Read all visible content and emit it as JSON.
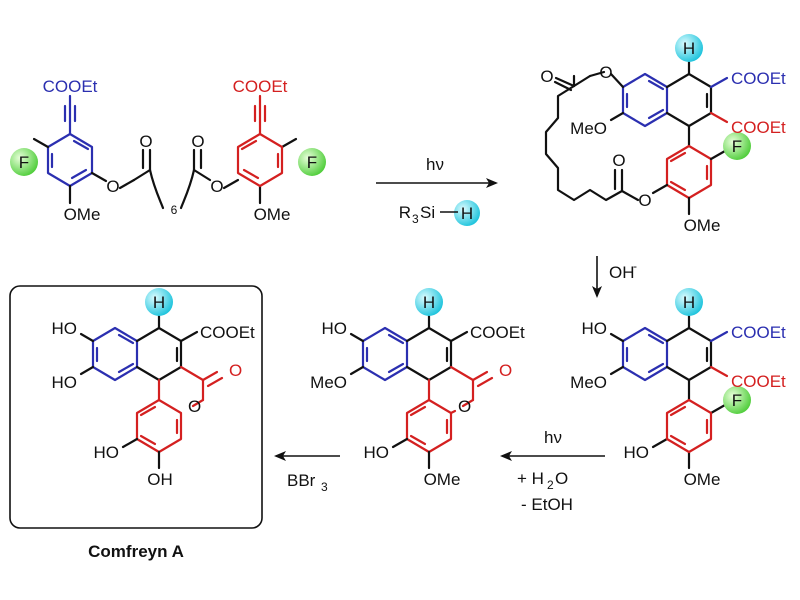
{
  "colors": {
    "blue": "#2b2fb0",
    "red": "#d42020",
    "black": "#111111",
    "fluorine_ball": "#7ee36a",
    "hydrogen_ball": "#3ad6ea"
  },
  "start": {
    "ester_left": "COOEt",
    "ester_right": "COOEt",
    "f_left": "F",
    "f_right": "F",
    "o_left": "O",
    "o_right": "O",
    "carbonyl_o_left": "O",
    "carbonyl_o_right": "O",
    "ome_left": "OMe",
    "ome_right": "OMe",
    "chain_n": "6"
  },
  "step1": {
    "condition": "hν",
    "reagent_pre": "R",
    "reagent_sub": "3",
    "reagent_si": "Si",
    "reagent_h": "H"
  },
  "macrocycle": {
    "h": "H",
    "ester_top": "COOEt",
    "ester_bottom": "COOEt",
    "meo": "MeO",
    "f": "F",
    "ome": "OMe",
    "o_top": "O",
    "o_bottom": "O",
    "carbonyl_top": "O",
    "carbonyl_bottom": "O"
  },
  "step2": {
    "reagent": "OH",
    "charge": "-"
  },
  "diester": {
    "h": "H",
    "ho": "HO",
    "meo": "MeO",
    "ester_top": "COOEt",
    "ester_bottom": "COOEt",
    "f": "F",
    "ho_bottom": "HO",
    "ome": "OMe"
  },
  "step3": {
    "condition": "hν",
    "add": "+ H",
    "add_sub": "2",
    "add_tail": "O",
    "remove": "- EtOH"
  },
  "lactone": {
    "h": "H",
    "ho": "HO",
    "meo": "MeO",
    "ester": "COOEt",
    "carbonyl_o": "O",
    "ring_o": "O",
    "ho_bottom": "HO",
    "ome": "OMe"
  },
  "step4": {
    "reagent_pre": "BBr",
    "reagent_sub": "3"
  },
  "product": {
    "h": "H",
    "ho_1": "HO",
    "ho_2": "HO",
    "ester": "COOEt",
    "carbonyl_o": "O",
    "ring_o": "O",
    "ho_3": "HO",
    "oh": "OH",
    "name": "Comfreyn A"
  }
}
